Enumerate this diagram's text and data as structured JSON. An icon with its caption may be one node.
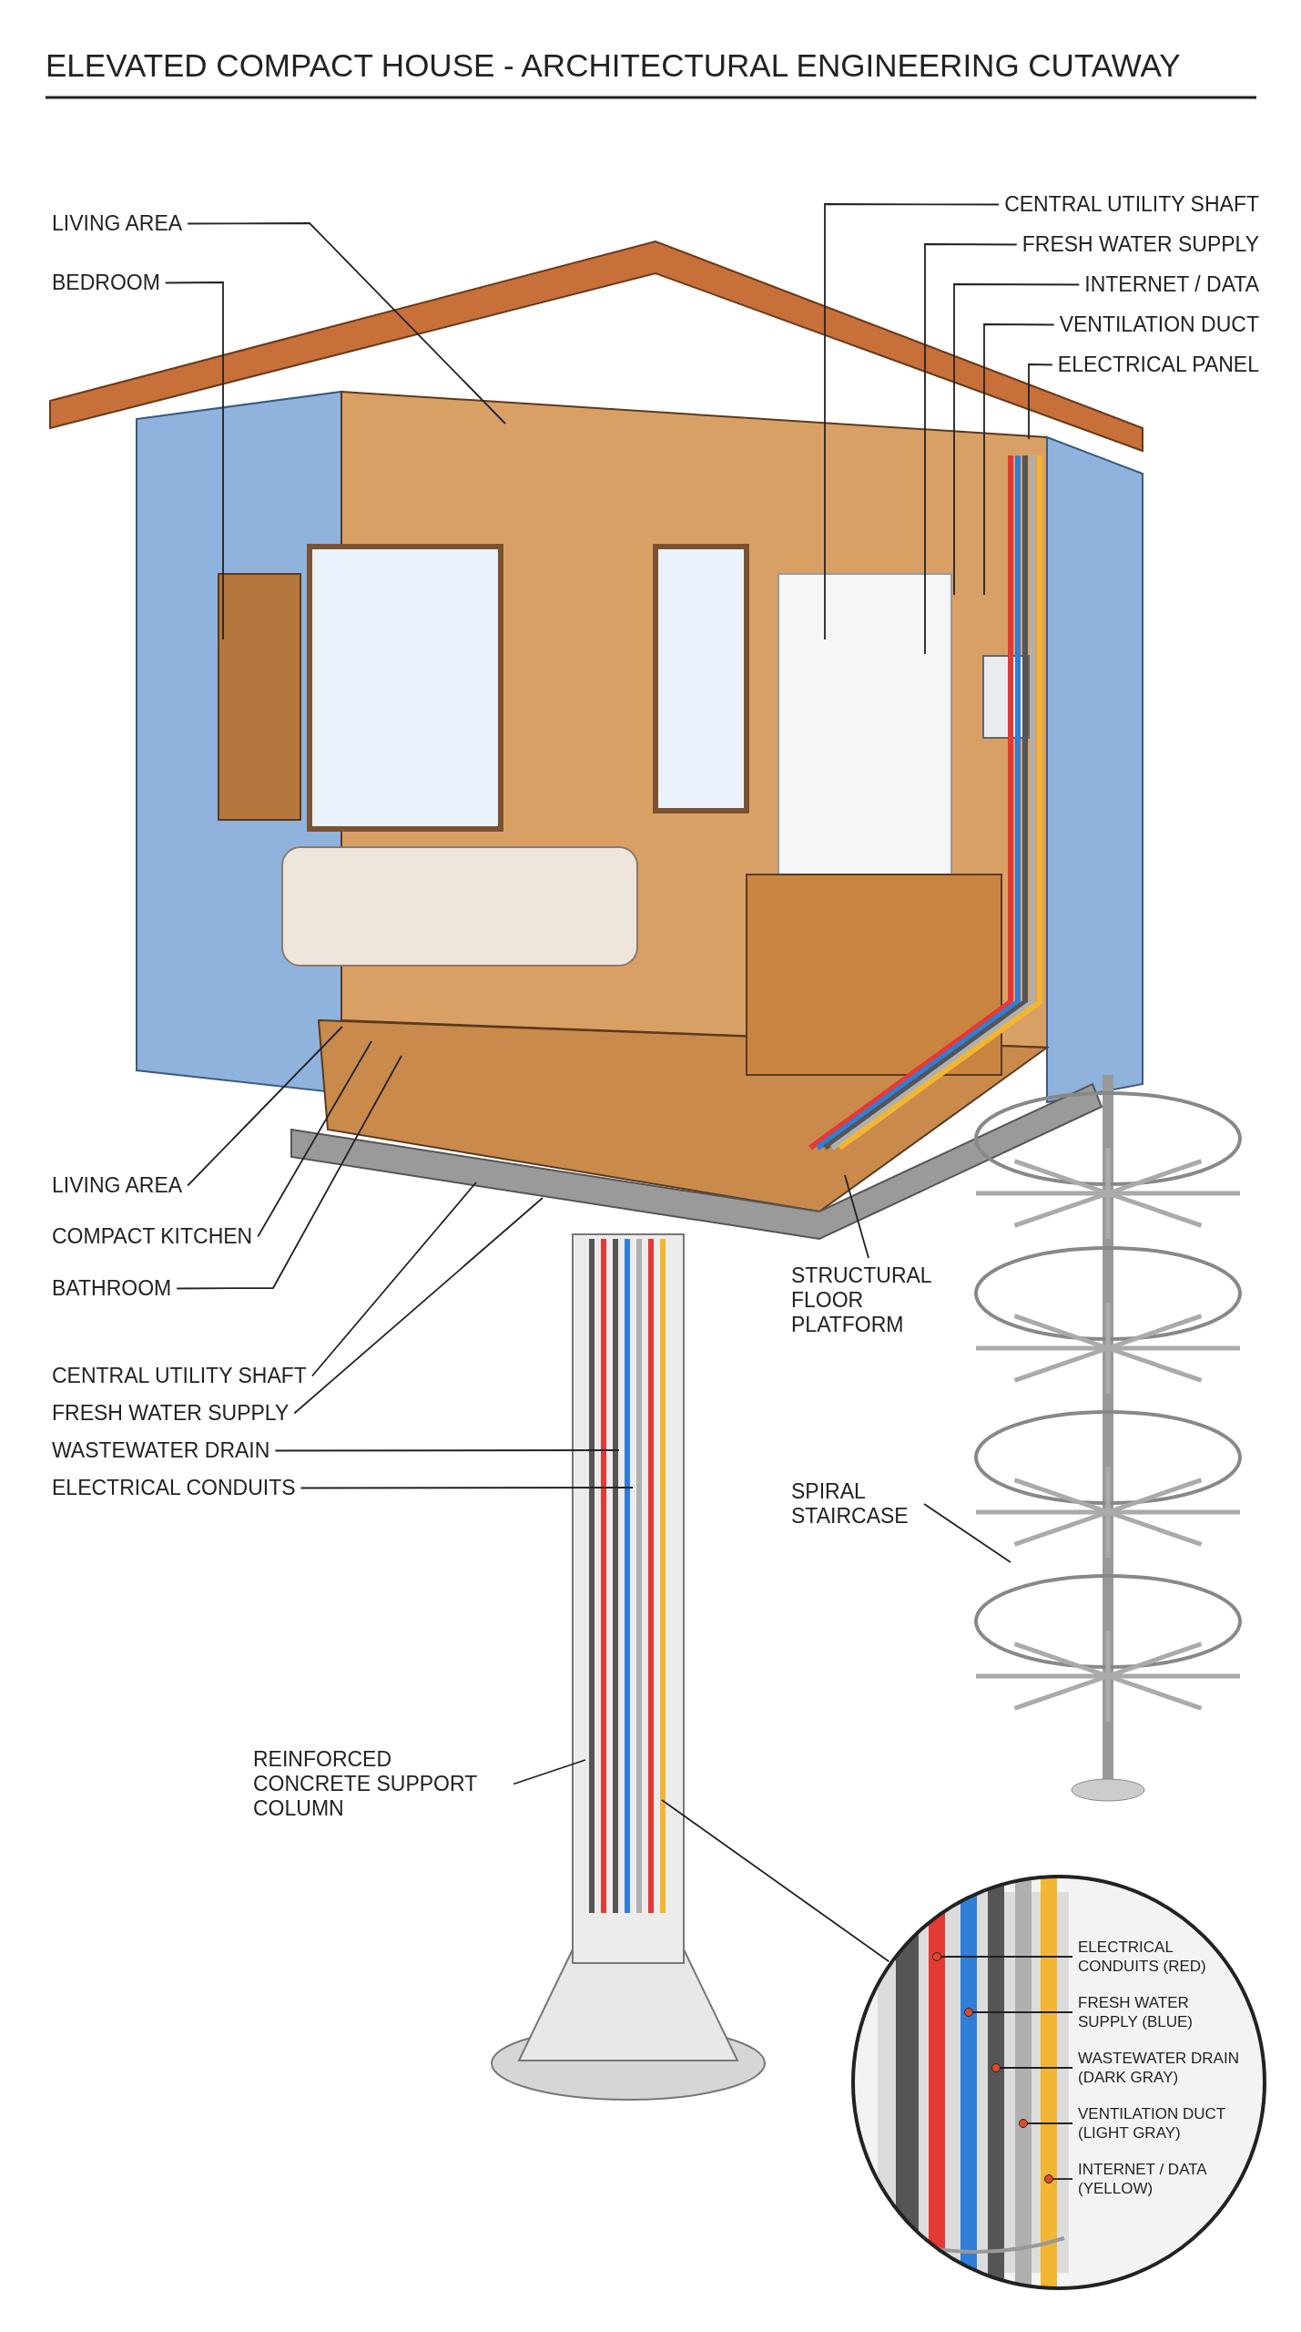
{
  "diagram": {
    "title": "ELEVATED COMPACT HOUSE - ARCHITECTURAL ENGINEERING CUTAWAY",
    "nodes": [
      {
        "text": [
          "LIVING AREA"
        ]
      },
      {
        "text": [
          "BEDROOM"
        ]
      },
      {
        "text": [
          "CENTRAL UTILITY SHAFT"
        ]
      },
      {
        "text": [
          "FRESH WATER SUPPLY"
        ]
      },
      {
        "text": [
          "INTERNET / DATA"
        ]
      },
      {
        "text": [
          "VENTILATION DUCT"
        ]
      },
      {
        "text": [
          "ELECTRICAL PANEL"
        ]
      },
      {
        "text": [
          "LIVING AREA"
        ]
      },
      {
        "text": [
          "COMPACT KITCHEN"
        ]
      },
      {
        "text": [
          "BATHROOM"
        ]
      },
      {
        "text": [
          "CENTRAL UTILITY SHAFT"
        ]
      },
      {
        "text": [
          "FRESH WATER SUPPLY"
        ]
      },
      {
        "text": [
          "WASTEWATER DRAIN"
        ]
      },
      {
        "text": [
          "ELECTRICAL CONDUITS"
        ]
      },
      {
        "text": [
          "STRUCTURAL FLOOR PLATFORM"
        ]
      },
      {
        "text": [
          "SPIRAL STAIRCASE"
        ]
      },
      {
        "text": [
          "REINFORCED CONCRETE SUPPORT COLUMN"
        ]
      },
      {
        "text": [],
        "shape": "circle"
      },
      {
        "text": [
          "ELECTRICAL CONDUITS (RED)"
        ],
        "in": 17
      },
      {
        "text": [
          "FRESH WATER SUPPLY (BLUE)"
        ],
        "in": 17
      },
      {
        "text": [
          "WASTEWATER DRAIN (DARK GRAY)"
        ],
        "in": 17
      },
      {
        "text": [
          "VENTILATION DUCT (LIGHT GRAY)"
        ],
        "in": 17
      },
      {
        "text": [
          "INTERNET / DATA (YELLOW)"
        ],
        "in": 17
      }
    ],
    "edges": [
      {
        "from": 0,
        "to": null,
        "arrow": "none"
      },
      {
        "from": 1,
        "to": null,
        "arrow": "none"
      },
      {
        "from": 2,
        "to": null,
        "arrow": "none"
      },
      {
        "from": 3,
        "to": null,
        "arrow": "none"
      },
      {
        "from": 4,
        "to": null,
        "arrow": "none"
      },
      {
        "from": 5,
        "to": null,
        "arrow": "none"
      },
      {
        "from": 6,
        "to": null,
        "arrow": "none"
      },
      {
        "from": 7,
        "to": null,
        "arrow": "none"
      },
      {
        "from": 8,
        "to": null,
        "arrow": "none"
      },
      {
        "from": 9,
        "to": null,
        "arrow": "none"
      },
      {
        "from": 10,
        "to": null,
        "arrow": "none"
      },
      {
        "from": 11,
        "to": null,
        "arrow": "none"
      },
      {
        "from": 12,
        "to": null,
        "arrow": "none"
      },
      {
        "from": 13,
        "to": null,
        "arrow": "none"
      },
      {
        "from": 14,
        "to": null,
        "arrow": "none"
      },
      {
        "from": 15,
        "to": null,
        "arrow": "none"
      },
      {
        "from": 16,
        "to": null,
        "arrow": "none"
      },
      {
        "from": null,
        "to": 17,
        "arrow": "none"
      },
      {
        "from": 18,
        "to": null,
        "arrow": "other"
      },
      {
        "from": 19,
        "to": null,
        "arrow": "other"
      },
      {
        "from": 20,
        "to": null,
        "arrow": "other"
      },
      {
        "from": 21,
        "to": null,
        "arrow": "other"
      },
      {
        "from": 22,
        "to": null,
        "arrow": "other"
      }
    ]
  }
}
